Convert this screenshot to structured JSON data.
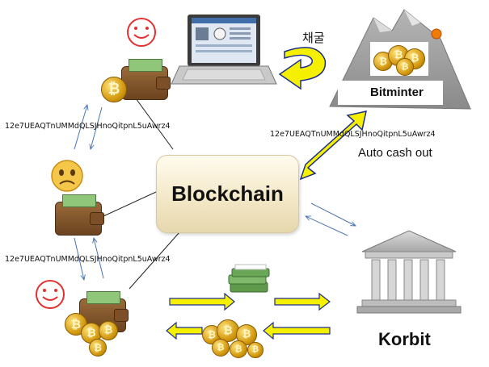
{
  "nodes": {
    "blockchain": {
      "label": "Blockchain"
    },
    "mining_label": "채굴",
    "pool": {
      "label": "Bitminter"
    },
    "exchange": {
      "label": "Korbit"
    },
    "auto_cash_out": "Auto cash out"
  },
  "addresses": {
    "top_wallet": "12e7UEAQTnUMMdQLSJHnoQitpnL5uAwrz4",
    "bottom_wallet": "12e7UEAQTnUMMdQLSJHnoQitpnL5uAwrz4",
    "payout": "12e7UEAQTnUMMdQLSJHnoQitpnL5uAwrz4"
  },
  "colors": {
    "arrow_yellow": "#f5f000",
    "arrow_outline": "#1d2e8a",
    "face_happy": "#e53030",
    "face_sad": "#f4c64a",
    "thin_arrow": "#4a74b0"
  }
}
